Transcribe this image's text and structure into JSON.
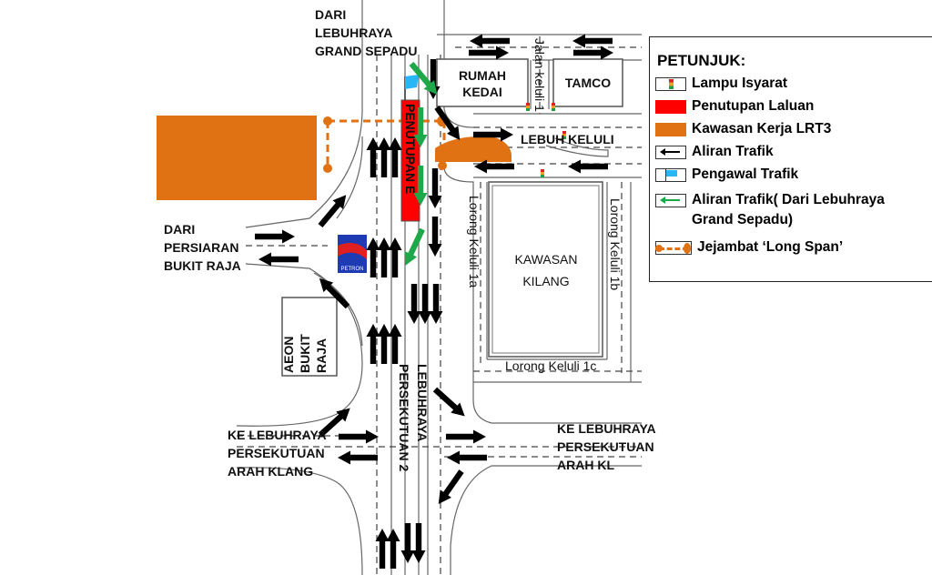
{
  "colors": {
    "closure": "#ff0000",
    "work_area": "#e07213",
    "traffic": "#000000",
    "green_traffic": "#1ea84a",
    "flag": "#29b6f6",
    "bridge": "#e07213"
  },
  "labels": {
    "from_grand_sepadu": [
      "DARI",
      "LEBUHRAYA",
      "GRAND SEPADU"
    ],
    "from_bukit_raja": [
      "DARI",
      "PERSIARAN",
      "BUKIT RAJA"
    ],
    "to_klang": [
      "KE LEBUHRAYA",
      "PERSEKUTUAN",
      "ARAH KLANG"
    ],
    "to_kl": [
      "KE LEBUHRAYA",
      "PERSEKUTUAN",
      "ARAH KL"
    ],
    "highway": [
      "LEBUHRAYA",
      "PERSEKUTUAN 2"
    ],
    "closure": "PENUTUPAN E",
    "rumah_kedai": [
      "RUMAH",
      "KEDAI"
    ],
    "tamco": "TAMCO",
    "kawasan_kilang": [
      "KAWASAN",
      "KILANG"
    ],
    "aeon": [
      "AEON",
      "BUKIT",
      "RAJA"
    ],
    "jalan_keluli_1": "Jalan keluli 1",
    "lebuh_keluli": "LEBUH KELULI",
    "lorong_1a": "Lorong Keluli 1a",
    "lorong_1b": "Lorong Keluli 1b",
    "lorong_1c": "Lorong Keluli 1c",
    "petron": "PETRON"
  },
  "legend": {
    "title": "PETUNJUK:",
    "items": [
      {
        "icon": "traffic-light-icon",
        "label": "Lampu Isyarat"
      },
      {
        "icon": "road-closure-swatch",
        "label": "Penutupan Laluan"
      },
      {
        "icon": "work-area-swatch",
        "label": "Kawasan Kerja LRT3"
      },
      {
        "icon": "black-arrow-icon",
        "label": "Aliran Trafik"
      },
      {
        "icon": "flag-icon",
        "label": "Pengawal Trafik"
      },
      {
        "icon": "green-arrow-icon",
        "label": "Aliran Trafik( Dari Lebuhraya",
        "label2": "Grand Sepadu)"
      },
      {
        "icon": "bridge-icon",
        "label": "Jejambat ‘Long Span’"
      }
    ]
  }
}
